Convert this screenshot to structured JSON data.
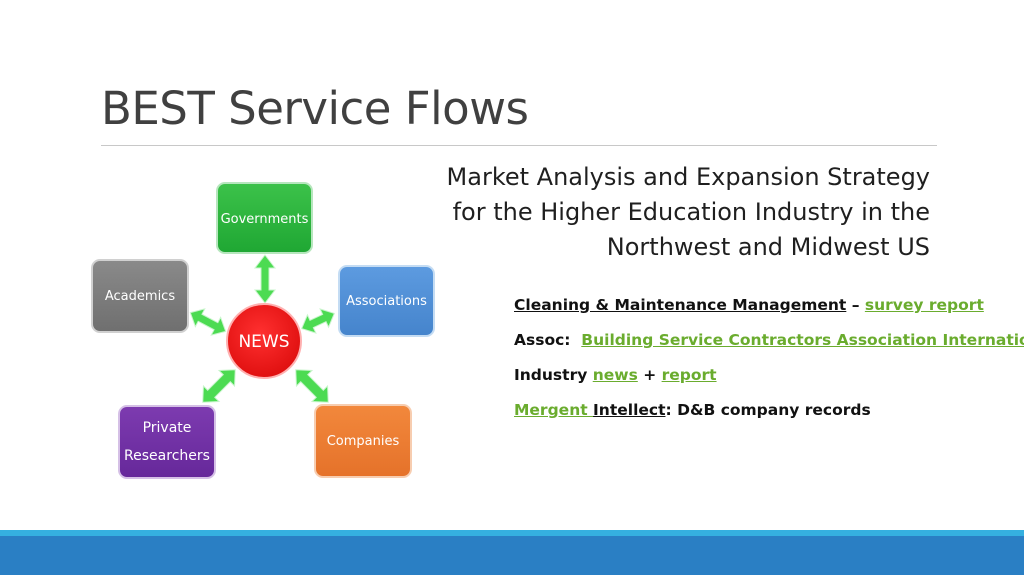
{
  "slide": {
    "title": "BEST Service Flows",
    "subtitle_lines": [
      "Market Analysis and Expansion Strategy",
      "for the Higher Education Industry in the",
      "Northwest and Midwest US"
    ]
  },
  "diagram": {
    "center": {
      "label": "NEWS",
      "color": "#ee1c1c"
    },
    "nodes": [
      {
        "id": "governments",
        "lines": [
          "Governments"
        ],
        "color": "#22b33a"
      },
      {
        "id": "academics",
        "lines": [
          "Academics"
        ],
        "color": "#7f7f7f"
      },
      {
        "id": "associations",
        "lines": [
          "Associations"
        ],
        "color": "#4f90d6"
      },
      {
        "id": "private-researchers",
        "lines": [
          "Private",
          "Researchers"
        ],
        "color": "#7030a0"
      },
      {
        "id": "companies",
        "lines": [
          "Companies"
        ],
        "color": "#ed7d31"
      }
    ],
    "arrow_color": "#4cdb52"
  },
  "bullets": {
    "row1": {
      "a": "Cleaning & Maintenance Management",
      "b": " – ",
      "c": "survey report"
    },
    "row2": {
      "a": "Assoc:  ",
      "b": "Building Service Contractors Association International"
    },
    "row3": {
      "a": "Industry ",
      "b": "news",
      "c": " + ",
      "d": "report"
    },
    "row4": {
      "a": "Mergent ",
      "b": "Intellect",
      "c": ": D&B company records"
    }
  },
  "colors": {
    "link_green": "#6aac2e",
    "footer_blue": "#2a7fc4",
    "footer_accent": "#35b0e0"
  }
}
